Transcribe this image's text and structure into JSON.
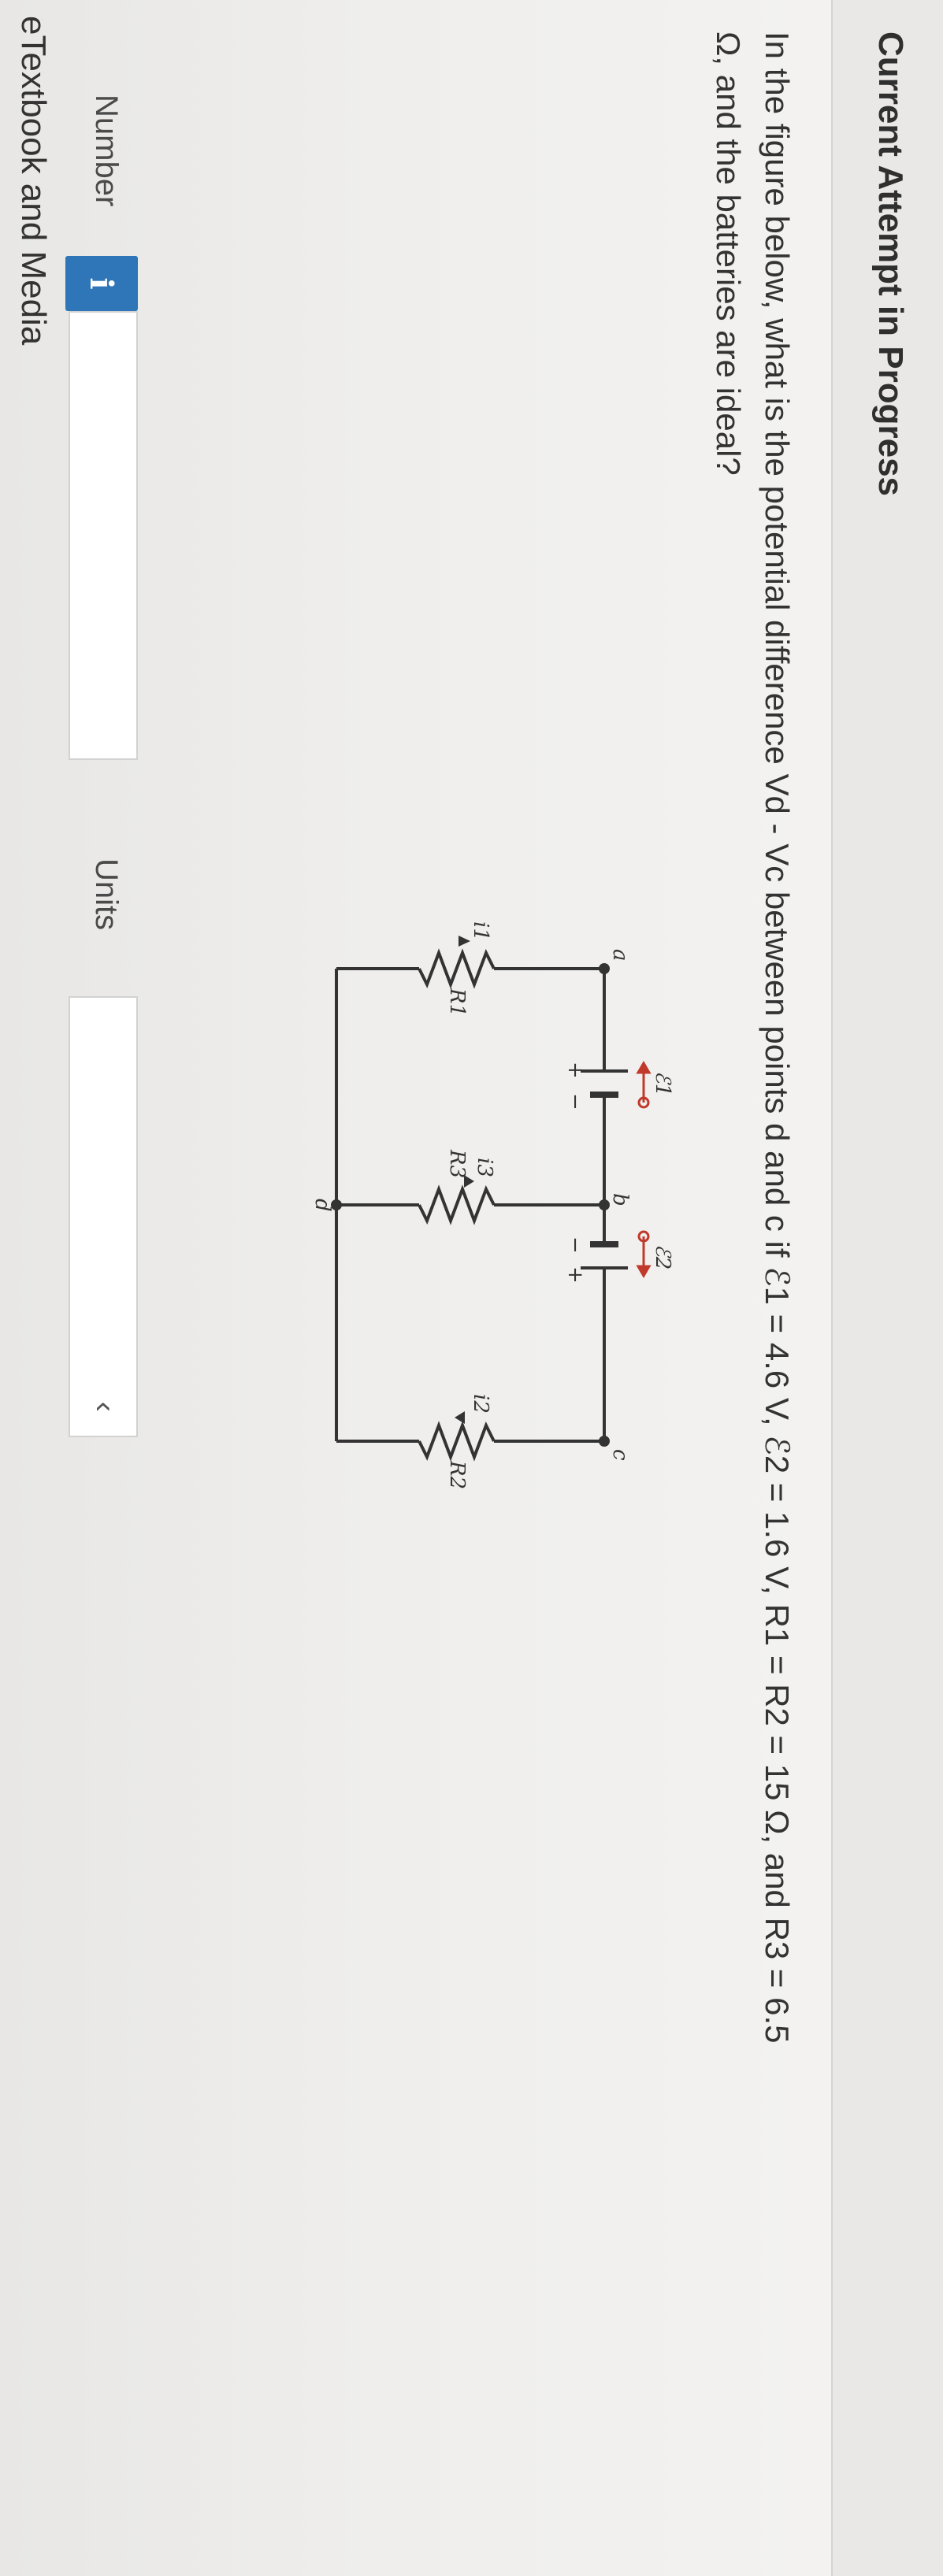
{
  "header": {
    "title": "Current Attempt in Progress"
  },
  "question": {
    "line1": "In the figure below, what is the potential difference Vd - Vc between points d and c if ℰ1 = 4.6 V, ℰ2 = 1.6 V, R1 = R2 = 15 Ω, and R3 = 6.5",
    "line2": "Ω, and the batteries are ideal?"
  },
  "figure": {
    "labels": {
      "a": "a",
      "b": "b",
      "c": "c",
      "d": "d",
      "emf1": "ℰ1",
      "emf2": "ℰ2",
      "R1": "R1",
      "R2": "R2",
      "R3": "R3",
      "i1": "i1",
      "i2": "i2",
      "i3": "i3",
      "plus1": "+",
      "minus1": "−",
      "plus2": "+",
      "minus2": "−"
    }
  },
  "answer": {
    "number_label": "Number",
    "info_icon": "i",
    "number_value": "",
    "units_label": "Units",
    "units_value": "",
    "chevron_icon": "‹"
  },
  "footer": {
    "etextbook": "eTextbook and Media"
  },
  "colors": {
    "accent": "#2e76b8",
    "emf_red": "#c0392b",
    "wire": "#333333"
  }
}
